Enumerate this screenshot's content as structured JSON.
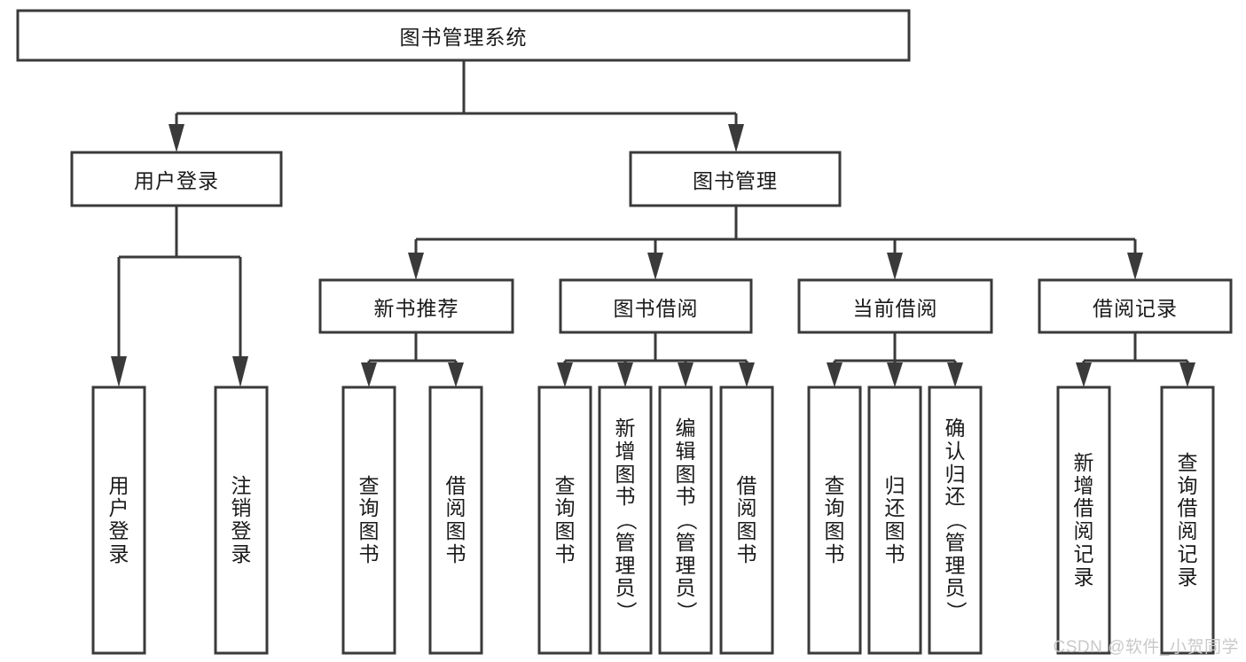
{
  "diagram": {
    "type": "hierarchy-tree",
    "title": "图书管理系统",
    "watermark": "CSDN @软件_小贺同学",
    "root": {
      "label": "图书管理系统",
      "children": [
        {
          "label": "用户登录",
          "children": [
            {
              "label": "用户登录"
            },
            {
              "label": "注销登录"
            }
          ]
        },
        {
          "label": "图书管理",
          "children": [
            {
              "label": "新书推荐",
              "children": [
                {
                  "label": "查询图书"
                },
                {
                  "label": "借阅图书"
                }
              ]
            },
            {
              "label": "图书借阅",
              "children": [
                {
                  "label": "查询图书"
                },
                {
                  "label": "新增图书（管理员）"
                },
                {
                  "label": "编辑图书（管理员）"
                },
                {
                  "label": "借阅图书"
                }
              ]
            },
            {
              "label": "当前借阅",
              "children": [
                {
                  "label": "查询图书"
                },
                {
                  "label": "归还图书"
                },
                {
                  "label": "确认归还（管理员）"
                }
              ]
            },
            {
              "label": "借阅记录",
              "children": [
                {
                  "label": "新增借阅记录"
                },
                {
                  "label": "查询借阅记录"
                }
              ]
            }
          ]
        }
      ]
    },
    "nodes": {
      "root": "图书管理系统",
      "l2_user_login": "用户登录",
      "l2_book_mgmt": "图书管理",
      "l3_new_book": "新书推荐",
      "l3_book_borrow": "图书借阅",
      "l3_current_borrow": "当前借阅",
      "l3_borrow_record": "借阅记录",
      "leaf_user_login": "用户登录",
      "leaf_logout": "注销登录",
      "leaf_nb_query": "查询图书",
      "leaf_nb_borrow": "借阅图书",
      "leaf_bb_query": "查询图书",
      "leaf_bb_add": "新增图书（管理员）",
      "leaf_bb_edit": "编辑图书（管理员）",
      "leaf_bb_borrow": "借阅图书",
      "leaf_cb_query": "查询图书",
      "leaf_cb_return": "归还图书",
      "leaf_cb_confirm": "确认归还（管理员）",
      "leaf_br_add": "新增借阅记录",
      "leaf_br_query": "查询借阅记录"
    },
    "colors": {
      "box_stroke": "#3a3a3a",
      "box_fill": "#ffffff",
      "text": "#1a1a1a",
      "watermark": "#c9c9c9",
      "background": "#ffffff"
    }
  }
}
